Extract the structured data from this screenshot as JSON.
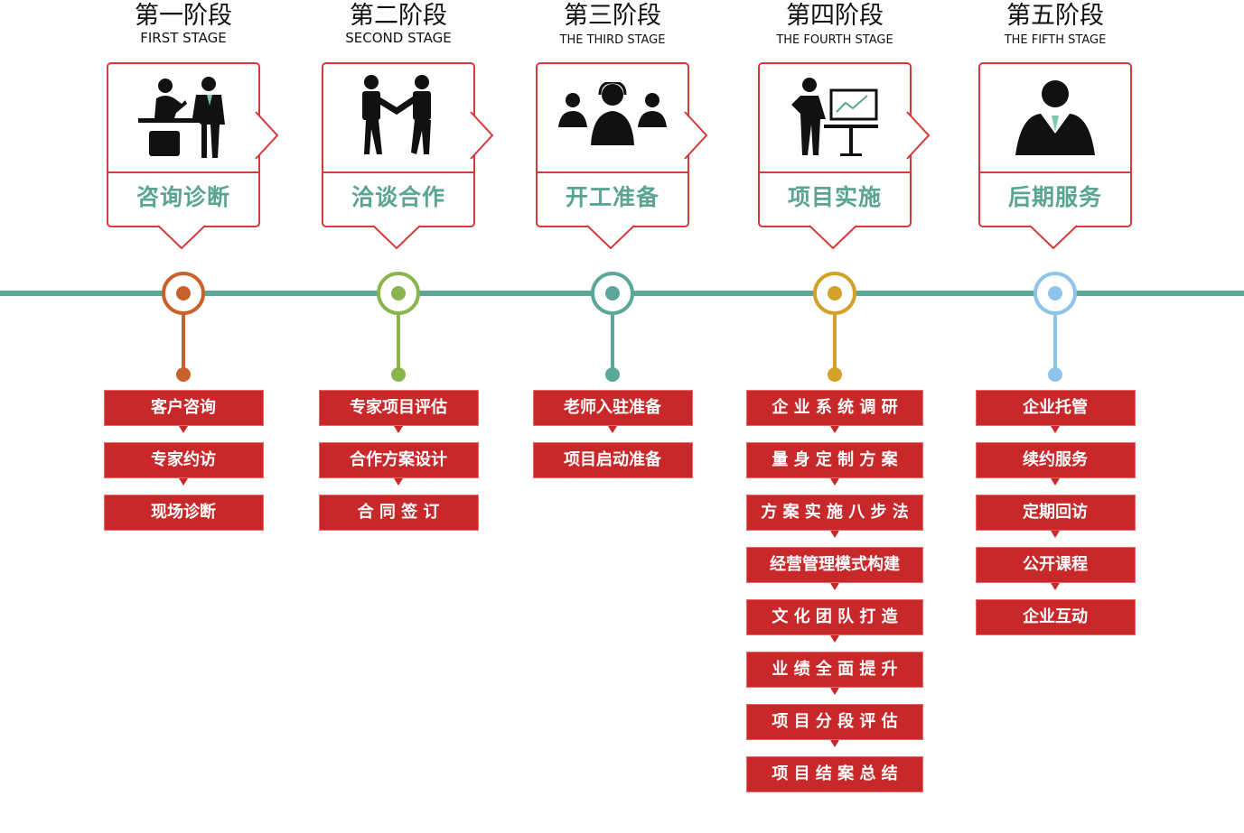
{
  "colors": {
    "timeline": "#5ba89a",
    "box_border": "#d6393a",
    "label": "#5aa591",
    "item": "#c9282a"
  },
  "stages": [
    {
      "title_cn": "第一阶段",
      "title_en": "FIRST STAGE",
      "label": "咨询诊断",
      "icon": "consultation-icon",
      "color": "#c9622a",
      "items": [
        "客户咨询",
        "专家约访",
        "现场诊断"
      ]
    },
    {
      "title_cn": "第二阶段",
      "title_en": "SECOND STAGE",
      "label": "洽谈合作",
      "icon": "handshake-icon",
      "color": "#8ab54e",
      "items": [
        "专家项目评估",
        "合作方案设计",
        "合 同 签 订"
      ]
    },
    {
      "title_cn": "第三阶段",
      "title_en": "THE THIRD STAGE",
      "label": "开工准备",
      "icon": "team-headset-icon",
      "color": "#5ba89a",
      "items": [
        "老师入驻准备",
        "项目启动准备"
      ]
    },
    {
      "title_cn": "第四阶段",
      "title_en": "THE FOURTH STAGE",
      "label": "项目实施",
      "icon": "presentation-icon",
      "color": "#d4a02a",
      "items": [
        "企 业 系 统 调 研",
        "量 身 定 制 方 案",
        "方 案 实 施 八 步 法",
        "经营管理模式构建",
        "文 化 团 队 打 造",
        "业 绩 全 面 提 升",
        "项 目 分 段 评 估",
        "项 目 结 案 总 结"
      ]
    },
    {
      "title_cn": "第五阶段",
      "title_en": "THE FIFTH STAGE",
      "label": "后期服务",
      "icon": "service-person-icon",
      "color": "#8ec4ea",
      "items": [
        "企业托管",
        "续约服务",
        "定期回访",
        "公开课程",
        "企业互动"
      ]
    }
  ]
}
